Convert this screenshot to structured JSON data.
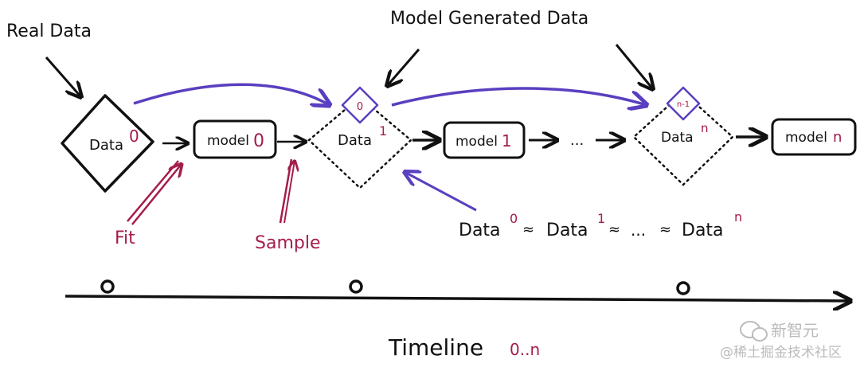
{
  "colors": {
    "ink": "#111111",
    "accent_red": "#a51c4a",
    "accent_purple": "#5a3fc0",
    "watermark": "#b0b0b0"
  },
  "labels": {
    "real_data": "Real Data",
    "model_generated_data": "Model Generated Data",
    "fit": "Fit",
    "sample": "Sample",
    "ellipsis": "...",
    "timeline": "Timeline",
    "timeline_range": "0..n"
  },
  "nodes": {
    "data0": {
      "base": "Data",
      "sup": "0"
    },
    "model0": {
      "base": "model",
      "idx": "0"
    },
    "data1": {
      "base": "Data",
      "sup": "1",
      "tag": "0"
    },
    "model1": {
      "base": "model",
      "idx": "1"
    },
    "datan": {
      "base": "Data",
      "sup": "n",
      "tag": "n-1"
    },
    "modeln": {
      "base": "model",
      "idx": "n"
    }
  },
  "equation": {
    "d0_base": "Data",
    "d0_sup": "0",
    "approx1": "≈",
    "d1_base": "Data",
    "d1_sup": "1",
    "approx2": "≈",
    "dots": "...",
    "approx3": "≈",
    "dn_base": "Data",
    "dn_sup": "n"
  },
  "watermark": {
    "brand": "新智元",
    "handle": "@稀土掘金技术社区"
  },
  "icons": {
    "watermark_logo": "wechat-logo-icon"
  }
}
